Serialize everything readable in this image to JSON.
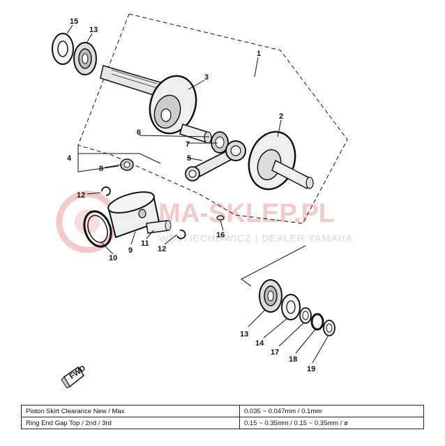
{
  "watermark": {
    "brand": "YAMA-SKLEP.PL",
    "dealer": "WOJTIECHOWICZ | DEALER YAMAHA"
  },
  "callouts": {
    "c1": "1",
    "c2": "2",
    "c3": "3",
    "c4": "4",
    "c5": "5",
    "c6": "6",
    "c7": "7",
    "c8": "8",
    "c9": "9",
    "c10": "10",
    "c11": "11",
    "c12a": "12",
    "c12b": "12",
    "c13a": "13",
    "c13b": "13",
    "c14": "14",
    "c15": "15",
    "c16": "16",
    "c17": "17",
    "c18": "18",
    "c19": "19"
  },
  "fwd_label": "FWD",
  "spec_table": [
    {
      "label": "Piston Skirt Clearance New / Max",
      "value": "0.035 ~ 0.047mm / 0.1mm"
    },
    {
      "label": "Ring End Gap Top / 2nd / 3rd",
      "value": "0.15 ~ 0.35mm / 0.15 ~ 0.35mm / ø"
    }
  ]
}
